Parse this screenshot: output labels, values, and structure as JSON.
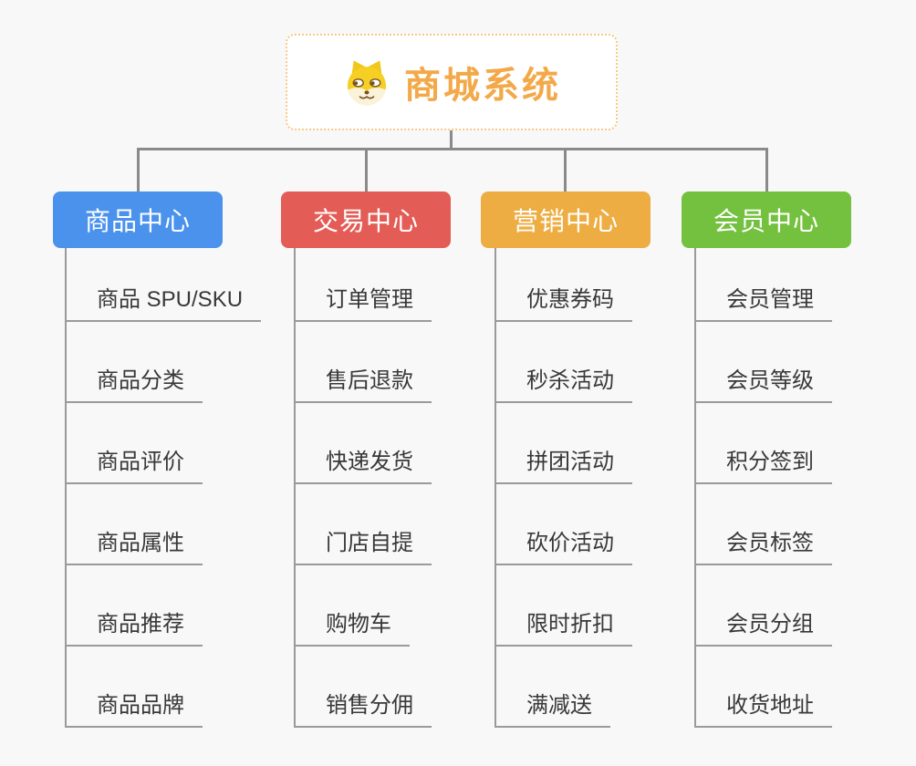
{
  "root": {
    "title": "商城系统",
    "icon": "dog-face-icon",
    "accent": "#f3a949",
    "border_color": "#f6c985"
  },
  "branches": [
    {
      "label": "商品中心",
      "color": "#4a92ec",
      "children": [
        "商品 SPU/SKU",
        "商品分类",
        "商品评价",
        "商品属性",
        "商品推荐",
        "商品品牌"
      ]
    },
    {
      "label": "交易中心",
      "color": "#e45c56",
      "children": [
        "订单管理",
        "售后退款",
        "快递发货",
        "门店自提",
        "购物车",
        "销售分佣"
      ]
    },
    {
      "label": "营销中心",
      "color": "#edad42",
      "children": [
        "优惠券码",
        "秒杀活动",
        "拼团活动",
        "砍价活动",
        "限时折扣",
        "满减送"
      ]
    },
    {
      "label": "会员中心",
      "color": "#74c13f",
      "children": [
        "会员管理",
        "会员等级",
        "积分签到",
        "会员标签",
        "会员分组",
        "收货地址"
      ]
    }
  ],
  "colors": {
    "background": "#f8f8f8",
    "connector": "#8a8a8a",
    "leaf_underline": "#9a9a9a",
    "leaf_text": "#383838"
  }
}
